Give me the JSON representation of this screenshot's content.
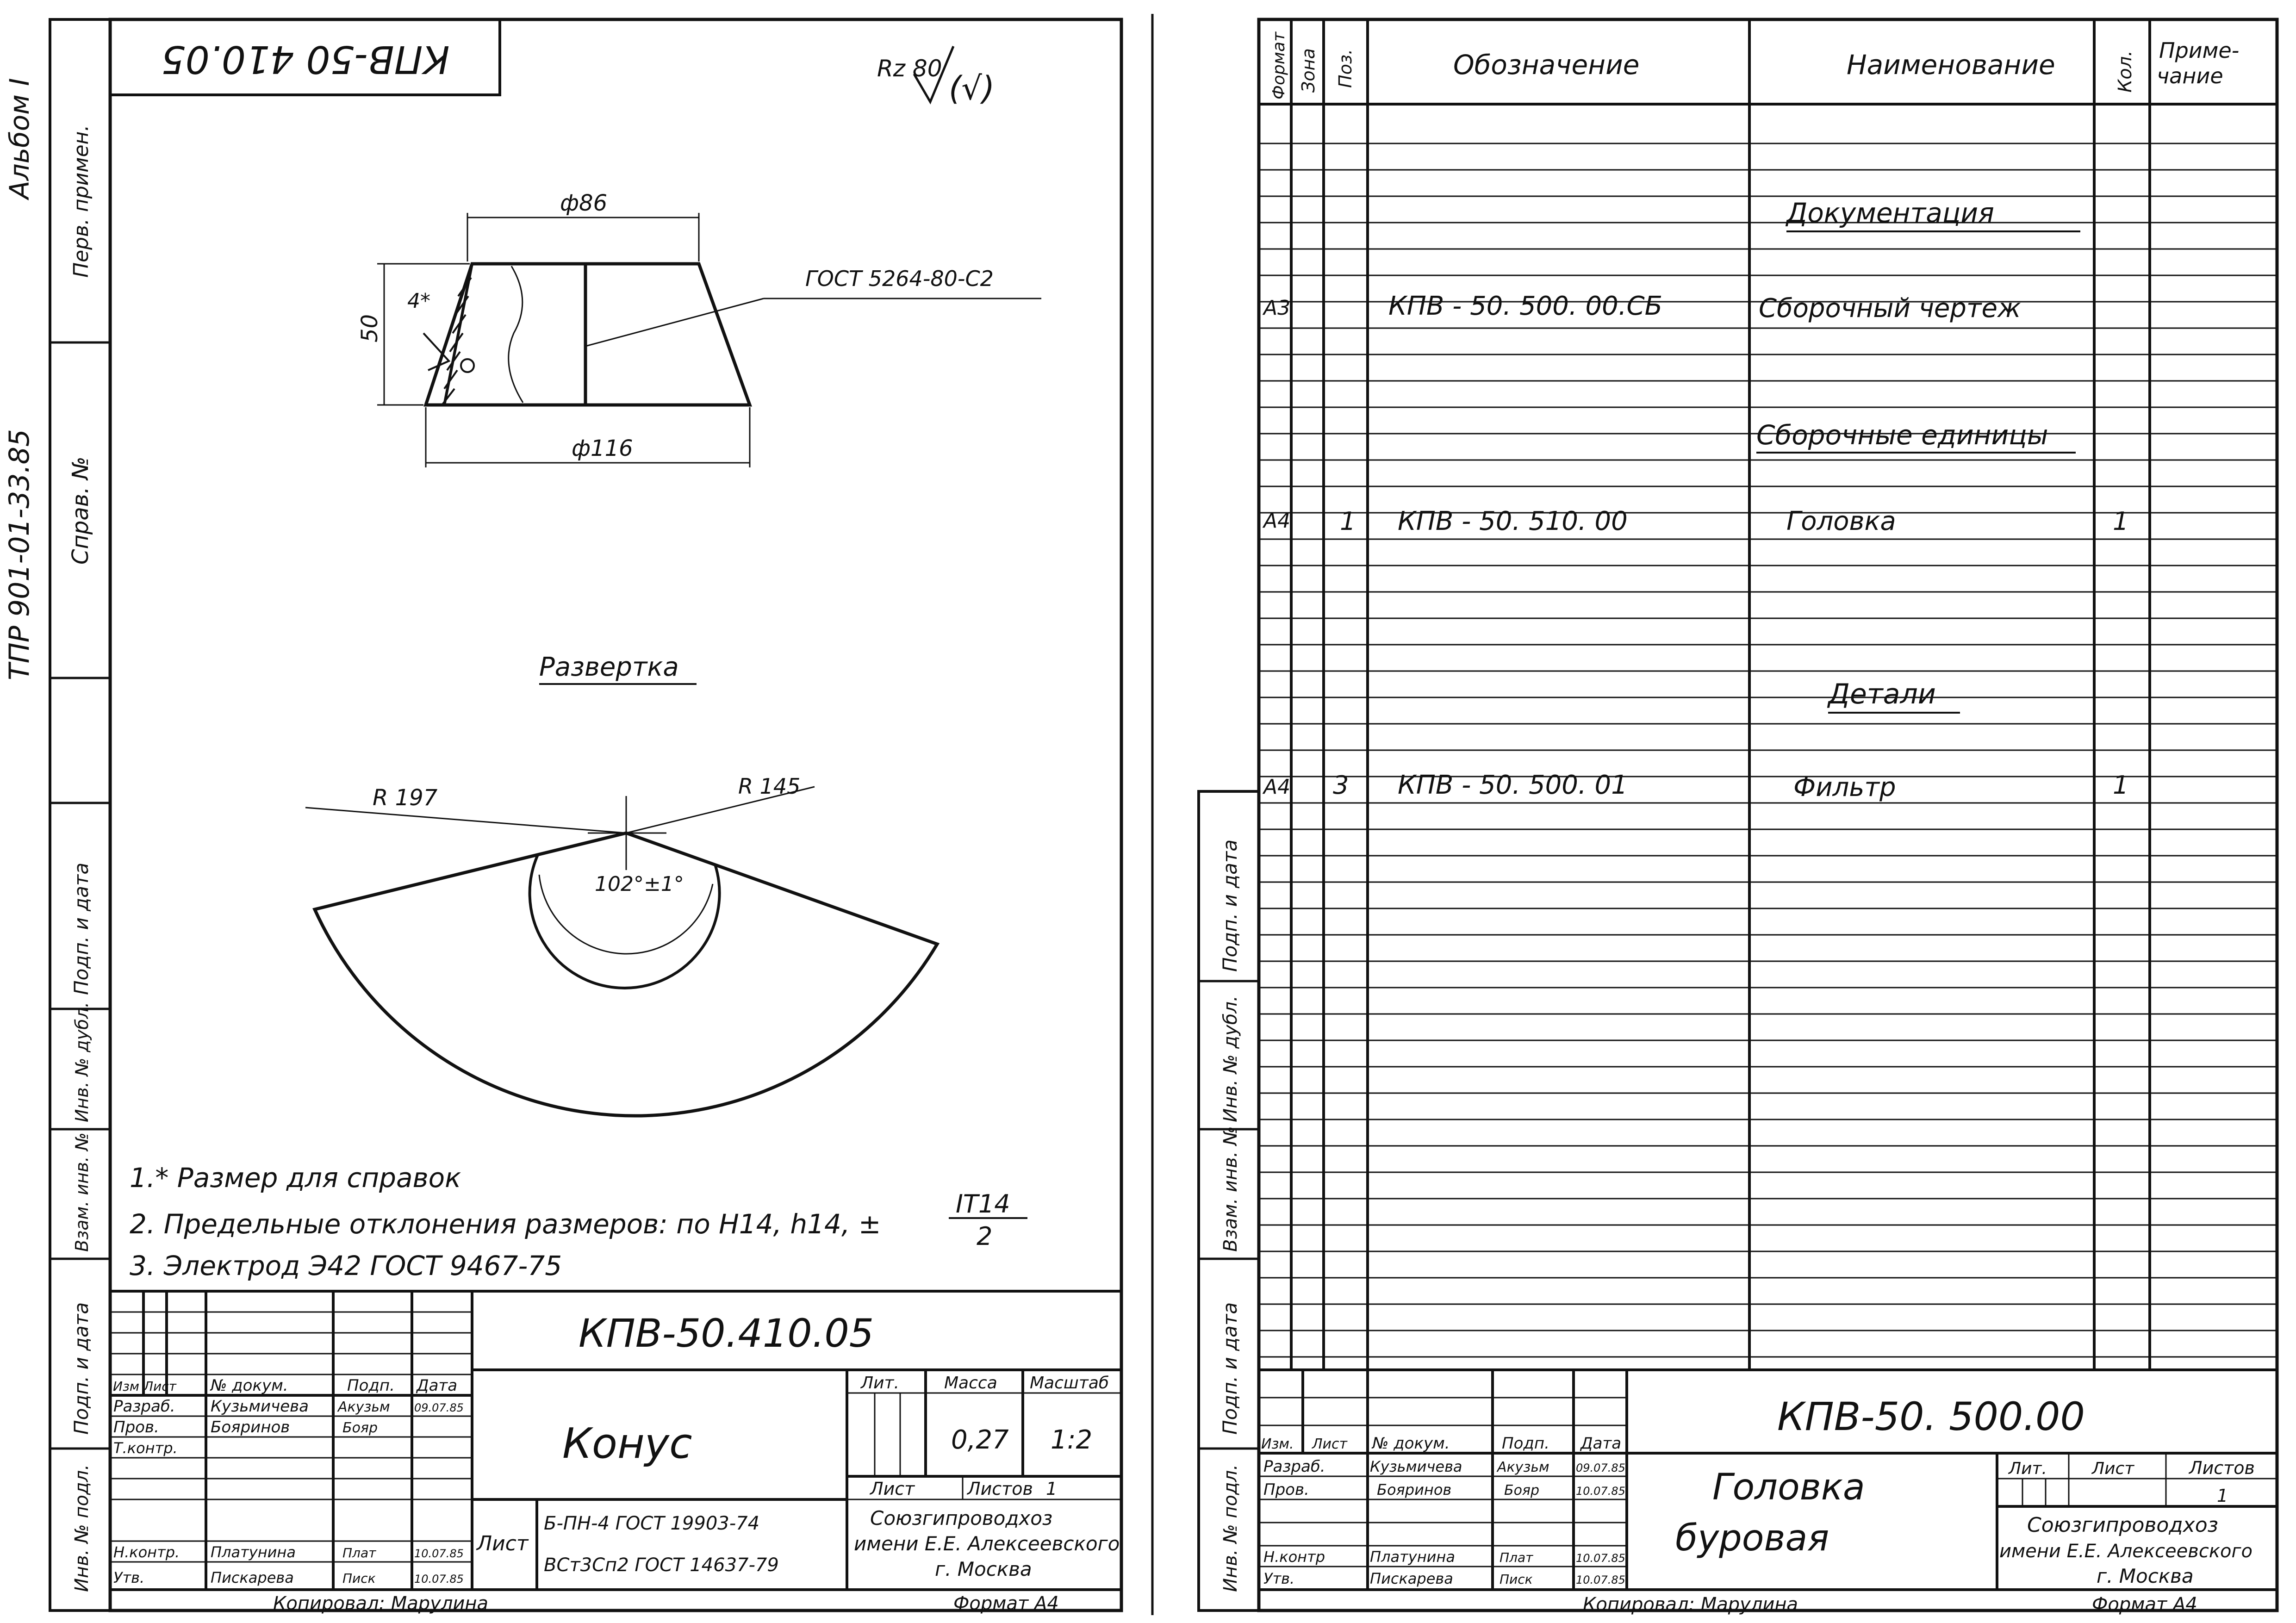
{
  "left_sheet": {
    "side_strip": {
      "album": "Альбом I",
      "series": "ТПР 901-01-33.85",
      "perv_primen": "Перв. примен.",
      "sprav_no": "Справ. №",
      "podp_data_1": "Подп. и дата",
      "inv_dubl": "Инв. № дубл.",
      "vzam_inv": "Взам. инв. №",
      "podp_data_2": "Подп. и дата",
      "inv_podl": "Инв. № подл."
    },
    "top_code_mirrored": "КПВ-50 410.05",
    "roughness": "Rz 80",
    "roughness_paren": "(√)",
    "cone": {
      "dim_top": "ф86",
      "dim_bottom": "ф116",
      "dim_height": "50",
      "weld_thickness": "4*",
      "weld_callout": "ГОСТ 5264-80-С2"
    },
    "razvertka": {
      "title": "Развертка",
      "r_outer": "R 197",
      "r_inner": "R 145",
      "angle": "102°±1°"
    },
    "notes": [
      "1.* Размер для справок",
      "2. Предельные отклонения размеров: по Н14, h14, ±",
      "3. Электрод Э42 ГОСТ 9467-75"
    ],
    "tolerance_fraction": {
      "num": "IT14",
      "den": "2"
    },
    "title_block": {
      "designation": "КПВ-50.410.05",
      "name": "Конус",
      "headers": {
        "izm": "Изм",
        "list": "Лист",
        "doc_no": "№ докум.",
        "podp": "Подп.",
        "data": "Дата"
      },
      "rows": [
        {
          "role": "Разраб.",
          "name": "Кузьмичева",
          "sign": "Акузьм",
          "date": "09.07.85"
        },
        {
          "role": "Пров.",
          "name": "Бояринов",
          "sign": "Бояр",
          "date": ""
        },
        {
          "role": "Т.контр.",
          "name": "",
          "sign": "",
          "date": ""
        },
        {
          "role": "",
          "name": "",
          "sign": "",
          "date": ""
        },
        {
          "role": "Н.контр.",
          "name": "Платунина",
          "sign": "Плат",
          "date": "10.07.85"
        },
        {
          "role": "Утв.",
          "name": "Пискарева",
          "sign": "Пиcк",
          "date": "10.07.85"
        }
      ],
      "lit_label": "Лит.",
      "massa_label": "Масса",
      "masshtab_label": "Масштаб",
      "massa": "0,27",
      "masshtab": "1:2",
      "list_label": "Лист",
      "listov_label": "Листов",
      "listov_value": "1",
      "material_label": "Лист",
      "material_line1": "Б-ПН-4 ГОСТ 19903-74",
      "material_line2": "ВСт3Сп2 ГОСТ 14637-79",
      "org_line1": "Союзгипроводхоз",
      "org_line2": "имени Е.Е. Алексеевского",
      "org_line3": "г. Москва"
    },
    "copied_by": "Копировал: Марулина",
    "format": "Формат А4"
  },
  "right_sheet": {
    "side_strip": {
      "podp_data_1": "Подп. и дата",
      "inv_dubl": "Инв. № дубл.",
      "vzam_inv": "Взам. инв. №",
      "podp_data_2": "Подп. и дата",
      "inv_podl": "Инв. № подл."
    },
    "columns": {
      "format": "Формат",
      "zona": "Зона",
      "poz": "Поз.",
      "oboznachenie": "Обозначение",
      "naimenovanie": "Наименование",
      "kol": "Кол.",
      "primechanie_1": "Приме-",
      "primechanie_2": "чание"
    },
    "sections": {
      "documentation": "Документация",
      "assembly_units": "Сборочные единицы",
      "details": "Детали"
    },
    "entries": [
      {
        "format": "А3",
        "poz": "",
        "designation": "КПВ - 50. 500. 00.СБ",
        "name": "Сборочный чертеж",
        "qty": ""
      },
      {
        "format": "А4",
        "poz": "1",
        "designation": "КПВ - 50. 510. 00",
        "name": "Головка",
        "qty": "1"
      },
      {
        "format": "А4",
        "poz": "3",
        "designation": "КПВ - 50. 500. 01",
        "name": "Фильтр",
        "qty": "1"
      }
    ],
    "title_block": {
      "designation": "КПВ-50. 500.00",
      "name_line1": "Головка",
      "name_line2": "буровая",
      "headers": {
        "izm": "Изм.",
        "list": "Лист",
        "doc_no": "№ докум.",
        "podp": "Подп.",
        "data": "Дата"
      },
      "rows": [
        {
          "role": "Разраб.",
          "name": "Кузьмичева",
          "sign": "Акузьм",
          "date": "09.07.85"
        },
        {
          "role": "Пров.",
          "name": "Бояринов",
          "sign": "Бояр",
          "date": "10.07.85"
        },
        {
          "role": "",
          "name": "",
          "sign": "",
          "date": ""
        },
        {
          "role": "Н.контр",
          "name": "Платунина",
          "sign": "Плат",
          "date": "10.07.85"
        },
        {
          "role": "Утв.",
          "name": "Пискарева",
          "sign": "Пиcк",
          "date": "10.07.85"
        }
      ],
      "lit_label": "Лит.",
      "list_label": "Лист",
      "listov_label": "Листов",
      "listov_value": "1",
      "org_line1": "Союзгипроводхоз",
      "org_line2": "имени Е.Е. Алексеевского",
      "org_line3": "г. Москва"
    },
    "copied_by": "Копировал: Марулина",
    "format": "Формат А4"
  }
}
